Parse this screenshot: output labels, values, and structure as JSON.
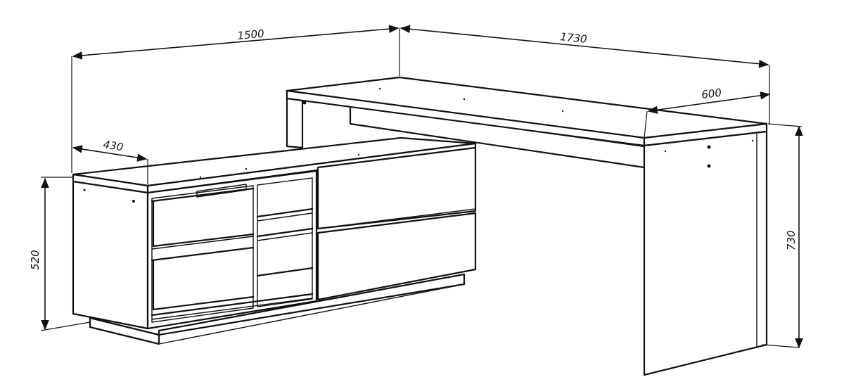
{
  "dimensions": {
    "cabinet_length": "1500",
    "desk_length": "1730",
    "desk_depth": "600",
    "cabinet_depth": "430",
    "cabinet_height": "520",
    "desk_height": "730"
  },
  "colors": {
    "line": "#111111",
    "background": "#ffffff"
  }
}
